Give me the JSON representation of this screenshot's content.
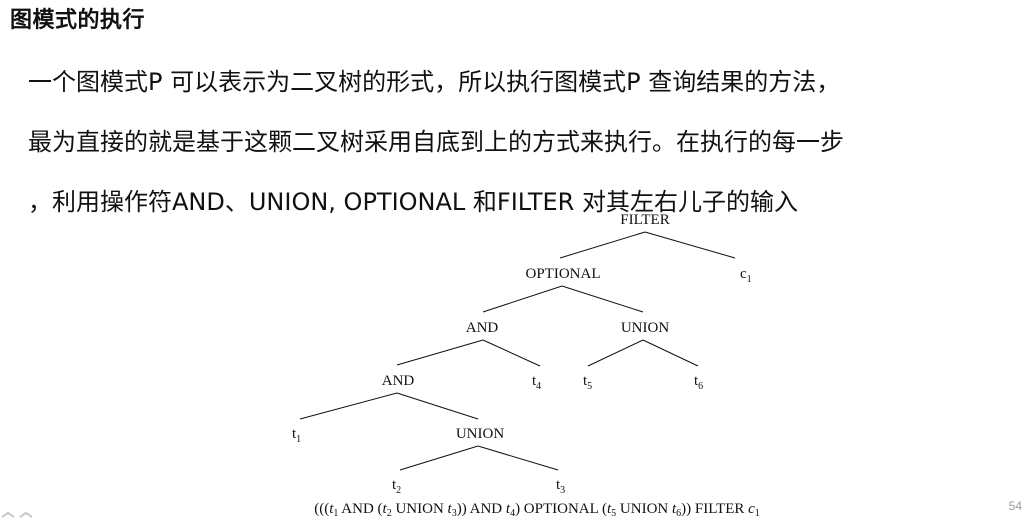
{
  "slide": {
    "title": "图模式的执行",
    "paragraph": {
      "line1": "一个图模式P 可以表示为二叉树的形式，所以执行图模式P 查询结果的方法，",
      "line2": "最为直接的就是基于这颗二叉树采用自底到上的方式来执行。在执行的每一步",
      "line3": "，利用操作符AND、UNION, OPTIONAL 和FILTER 对其左右儿子的输入"
    },
    "tree": {
      "filter": "FILTER",
      "optional": "OPTIONAL",
      "c1": "c",
      "c1_sub": "1",
      "and_upper": "AND",
      "union_right": "UNION",
      "and_lower": "AND",
      "t4": "t",
      "t4_sub": "4",
      "t5": "t",
      "t5_sub": "5",
      "t6": "t",
      "t6_sub": "6",
      "t1": "t",
      "t1_sub": "1",
      "union_lower": "UNION",
      "t2": "t",
      "t2_sub": "2",
      "t3": "t",
      "t3_sub": "3"
    },
    "expression": {
      "p1": "(((",
      "t1": "t",
      "t1_sub": "1",
      "p2": " AND (",
      "t2": "t",
      "t2_sub": "2",
      "p3": " UNION ",
      "t3": "t",
      "t3_sub": "3",
      "p4": ")) AND ",
      "t4": "t",
      "t4_sub": "4",
      "p5": ") OPTIONAL (",
      "t5": "t",
      "t5_sub": "5",
      "p6": " UNION ",
      "t6": "t",
      "t6_sub": "6",
      "p7": ")) FILTER ",
      "c1": "c",
      "c1_sub": "1"
    },
    "page_number": "54"
  }
}
